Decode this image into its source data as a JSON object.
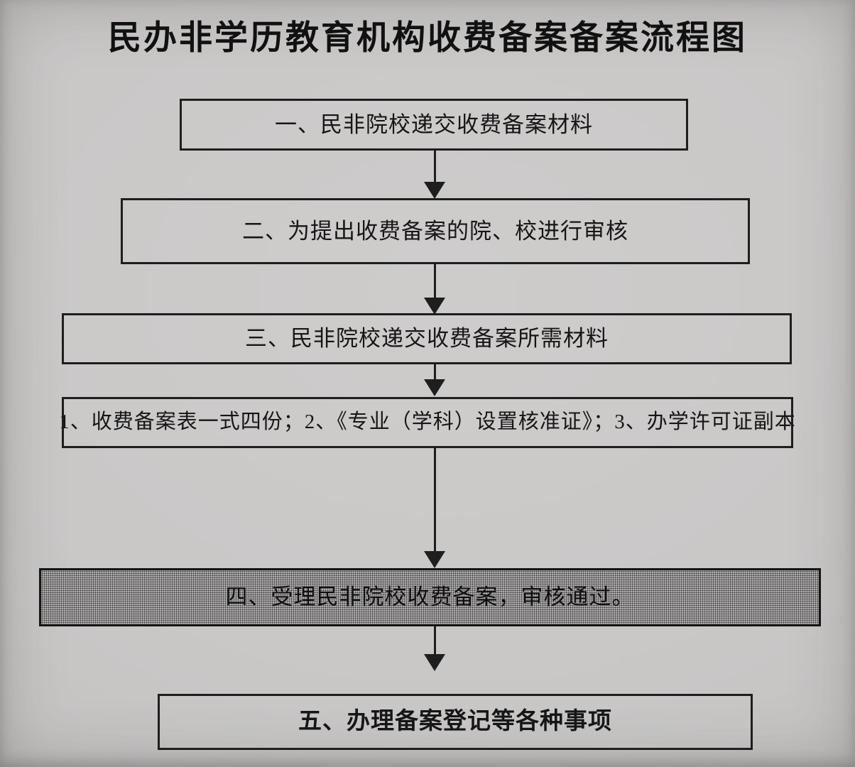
{
  "title": "民办非学历教育机构收费备案备案流程图",
  "flow": {
    "steps": [
      {
        "id": "step-1",
        "label": "一、民非院校递交收费备案材料",
        "shaded": false
      },
      {
        "id": "step-2",
        "label": "二、为提出收费备案的院、校进行审核",
        "shaded": false
      },
      {
        "id": "step-3",
        "label": "三、民非院校递交收费备案所需材料",
        "shaded": false
      },
      {
        "id": "step-4",
        "label": "1、收费备案表一式四份；2、《专业（学科）设置核准证》；3、办学许可证副本",
        "shaded": false
      },
      {
        "id": "step-5",
        "label": "四、受理民非院校收费备案，审核通过。",
        "shaded": true
      },
      {
        "id": "step-6",
        "label": "五、办理备案登记等各种事项",
        "shaded": false
      }
    ],
    "connectors": [
      {
        "from": "step-1",
        "to": "step-2"
      },
      {
        "from": "step-2",
        "to": "step-3"
      },
      {
        "from": "step-3",
        "to": "step-4"
      },
      {
        "from": "step-4",
        "to": "step-5"
      },
      {
        "from": "step-5",
        "to": "step-6"
      }
    ]
  },
  "colors": {
    "paper_bg": "#c9c7c6",
    "box_border": "#1e1e1e",
    "ink": "#161616",
    "shaded_bg": "#aeabab",
    "shaded_dot": "#3c3c3c"
  }
}
